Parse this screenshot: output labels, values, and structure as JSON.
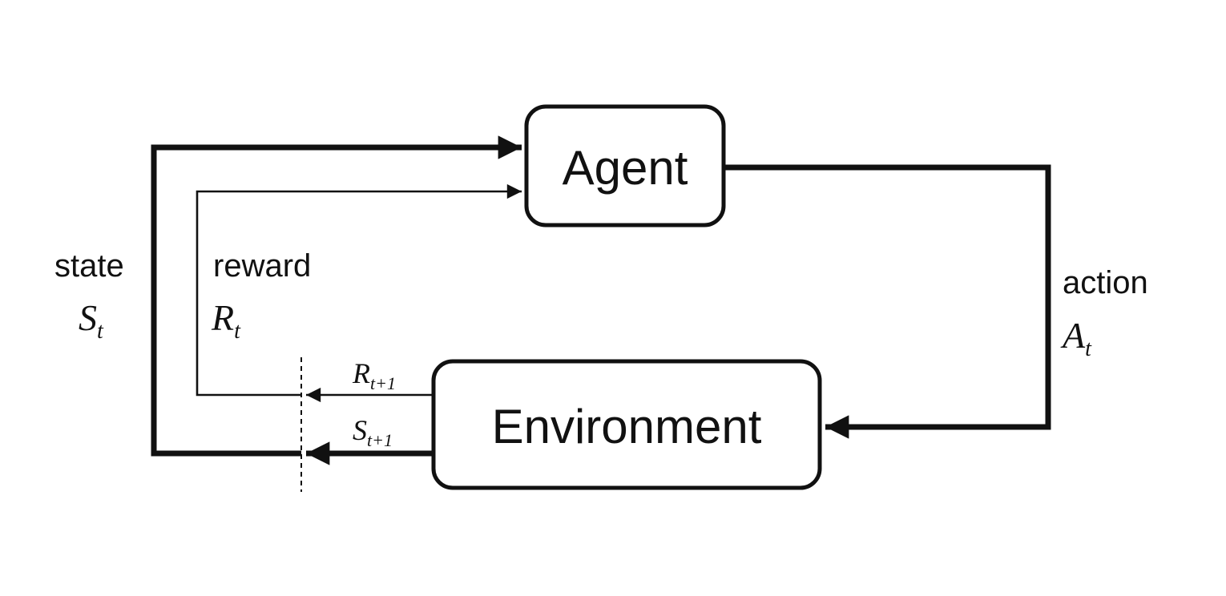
{
  "boxes": {
    "agent": "Agent",
    "environment": "Environment"
  },
  "labels": {
    "state": "state",
    "state_symbol": "S",
    "state_sub": "t",
    "reward": "reward",
    "reward_symbol": "R",
    "reward_sub": "t",
    "action": "action",
    "action_symbol": "A",
    "action_sub": "t",
    "next_reward_symbol": "R",
    "next_reward_sub": "t+1",
    "next_state_symbol": "S",
    "next_state_sub": "t+1"
  },
  "colors": {
    "stroke": "#111111",
    "background": "#ffffff"
  }
}
